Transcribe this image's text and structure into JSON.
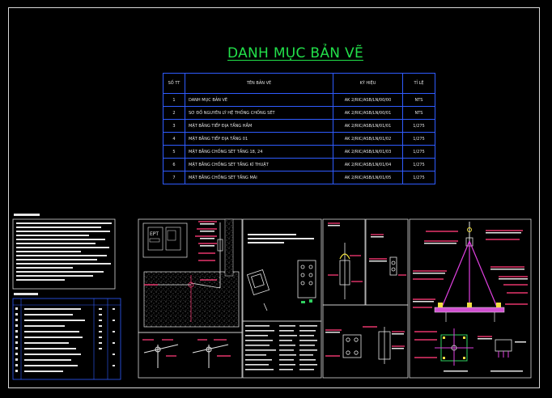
{
  "drawing": {
    "title": "DANH MỤC BẢN VẼ",
    "table": {
      "headers": {
        "no": "SỐ TT",
        "name": "TÊN BẢN VẼ",
        "code": "KÝ HIỆU",
        "scale": "TỈ LỆ"
      },
      "rows": [
        {
          "no": "1",
          "name": "DANH MỤC BẢN VẼ",
          "code": "AK 2/RIC/ASB/LN/00/00",
          "scale": "NTS"
        },
        {
          "no": "2",
          "name": "SƠ ĐỒ NGUYÊN LÝ HỆ THỐNG CHỐNG SÉT",
          "code": "AK 2/RIC/ASB/LN/00/01",
          "scale": "NTS"
        },
        {
          "no": "3",
          "name": "MẶT BẰNG TIẾP ĐỊA TẦNG HẦM",
          "code": "AK 2/RIC/ASB/LN/01/01",
          "scale": "1/275"
        },
        {
          "no": "4",
          "name": "MẶT BẰNG TIẾP ĐỊA TẦNG 01",
          "code": "AK 2/RIC/ASB/LN/01/02",
          "scale": "1/275"
        },
        {
          "no": "5",
          "name": "MẶT BẰNG CHỐNG SÉT TẦNG 18, 24",
          "code": "AK 2/RIC/ASB/LN/01/03",
          "scale": "1/275"
        },
        {
          "no": "6",
          "name": "MẶT BẰNG CHỐNG SÉT TẦNG KĨ THUẬT",
          "code": "AK 2/RIC/ASB/LN/01/04",
          "scale": "1/275"
        },
        {
          "no": "7",
          "name": "MẶT BẰNG CHỐNG SÉT TẦNG MÁI",
          "code": "AK 2/RIC/ASB/LN/01/05",
          "scale": "1/275"
        }
      ]
    },
    "detail_labels": {
      "meter_box": "EPT"
    },
    "colors": {
      "background": "#000000",
      "frame": "#d8d8d8",
      "title": "#22e04a",
      "table_border": "#2f5cff",
      "annotation": "#e8356c",
      "magenta": "#e040e0",
      "yellow": "#f0e040",
      "green": "#30d060",
      "cyan": "#40d0e0"
    }
  }
}
